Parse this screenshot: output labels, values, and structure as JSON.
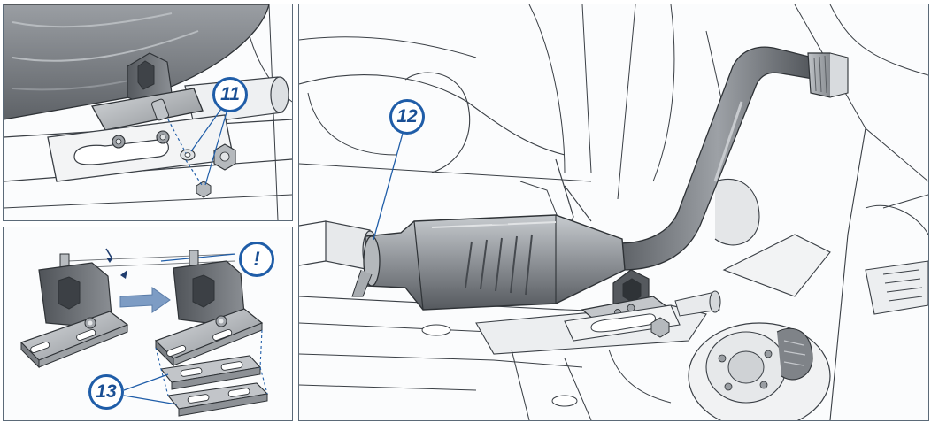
{
  "callouts": {
    "c11": "11",
    "c12": "12",
    "c13": "13",
    "note": "!"
  },
  "colors": {
    "callout_ring": "#1f5da8",
    "callout_text": "#1a4f94",
    "arrow_blue": "#7d9cc4",
    "panel_border": "#5b6a78",
    "line_art": "#3a3f45",
    "metal_dark": "#6f7378",
    "metal_light": "#c9ccd0"
  }
}
